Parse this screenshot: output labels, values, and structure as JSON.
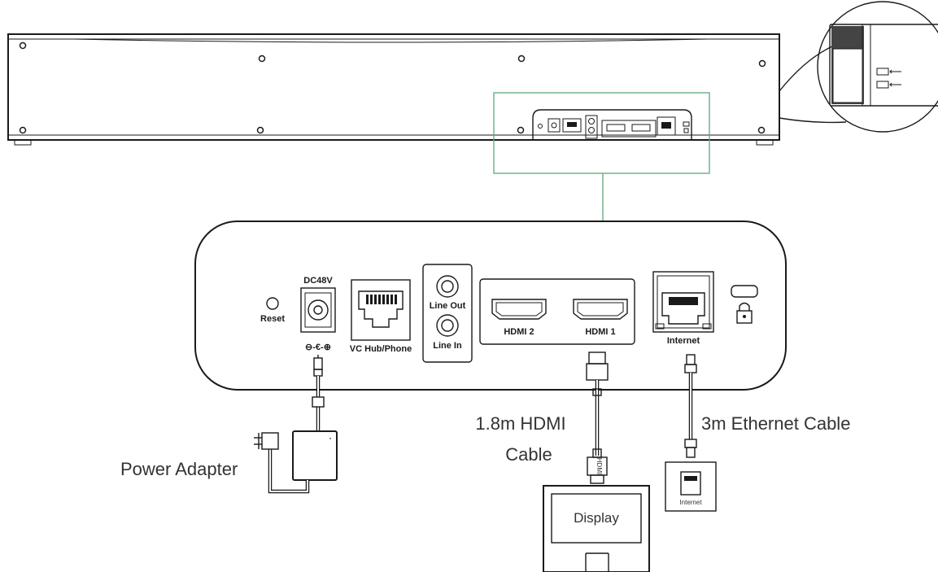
{
  "ports": {
    "reset": "Reset",
    "dc_power": "DC48V",
    "polarity": "⊖-€-⊕",
    "vc_hub": "VC Hub/Phone",
    "line_out": "Line Out",
    "line_in": "Line In",
    "hdmi2": "HDMI 2",
    "hdmi1": "HDMI 1",
    "internet": "Internet"
  },
  "callouts": {
    "power_adapter": "Power Adapter",
    "hdmi_cable_line1": "1.8m HDMI",
    "hdmi_cable_line2": "Cable",
    "ethernet_cable": "3m Ethernet Cable",
    "display": "Display",
    "wall_jack": "Internet",
    "hdmi_plug": "HDMI"
  },
  "colors": {
    "line": "#1a1a1a",
    "highlight_box": "#5fa77d",
    "text": "#333333"
  }
}
